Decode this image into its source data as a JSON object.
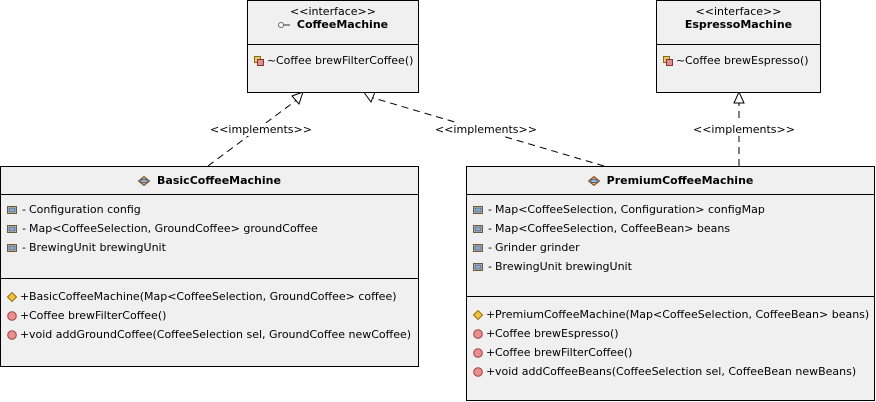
{
  "diagram": {
    "interfaces": [
      {
        "stereotype": "<<interface>>",
        "name": "CoffeeMachine",
        "methods": [
          {
            "visibility": "~",
            "text": "Coffee brewFilterCoffee()"
          }
        ]
      },
      {
        "stereotype": "<<interface>>",
        "name": "EspressoMachine",
        "methods": [
          {
            "visibility": "~",
            "text": "Coffee brewEspresso()"
          }
        ]
      }
    ],
    "classes": [
      {
        "name": "BasicCoffeeMachine",
        "fields": [
          {
            "visibility": "-",
            "text": "Configuration config"
          },
          {
            "visibility": "-",
            "text": "Map<CoffeeSelection, GroundCoffee> groundCoffee"
          },
          {
            "visibility": "-",
            "text": "BrewingUnit brewingUnit"
          }
        ],
        "methods": [
          {
            "visibility": "+",
            "text": "BasicCoffeeMachine(Map<CoffeeSelection, GroundCoffee> coffee)",
            "kind": "constructor"
          },
          {
            "visibility": "+",
            "text": "Coffee brewFilterCoffee()",
            "kind": "method"
          },
          {
            "visibility": "+",
            "text": "void addGroundCoffee(CoffeeSelection sel, GroundCoffee newCoffee)",
            "kind": "method"
          }
        ]
      },
      {
        "name": "PremiumCoffeeMachine",
        "fields": [
          {
            "visibility": "-",
            "text": "Map<CoffeeSelection, Configuration> configMap"
          },
          {
            "visibility": "-",
            "text": "Map<CoffeeSelection, CoffeeBean> beans"
          },
          {
            "visibility": "-",
            "text": "Grinder grinder"
          },
          {
            "visibility": "-",
            "text": "BrewingUnit brewingUnit"
          }
        ],
        "methods": [
          {
            "visibility": "+",
            "text": "PremiumCoffeeMachine(Map<CoffeeSelection, CoffeeBean> beans)",
            "kind": "constructor"
          },
          {
            "visibility": "+",
            "text": "Coffee brewEspresso()",
            "kind": "method"
          },
          {
            "visibility": "+",
            "text": "Coffee brewFilterCoffee()",
            "kind": "method"
          },
          {
            "visibility": "+",
            "text": "void addCoffeeBeans(CoffeeSelection sel, CoffeeBean newBeans)",
            "kind": "method"
          }
        ]
      }
    ],
    "relations": [
      {
        "from": "BasicCoffeeMachine",
        "to": "CoffeeMachine",
        "label": "<<implements>>"
      },
      {
        "from": "PremiumCoffeeMachine",
        "to": "CoffeeMachine",
        "label": "<<implements>>"
      },
      {
        "from": "PremiumCoffeeMachine",
        "to": "EspressoMachine",
        "label": "<<implements>>"
      }
    ]
  }
}
